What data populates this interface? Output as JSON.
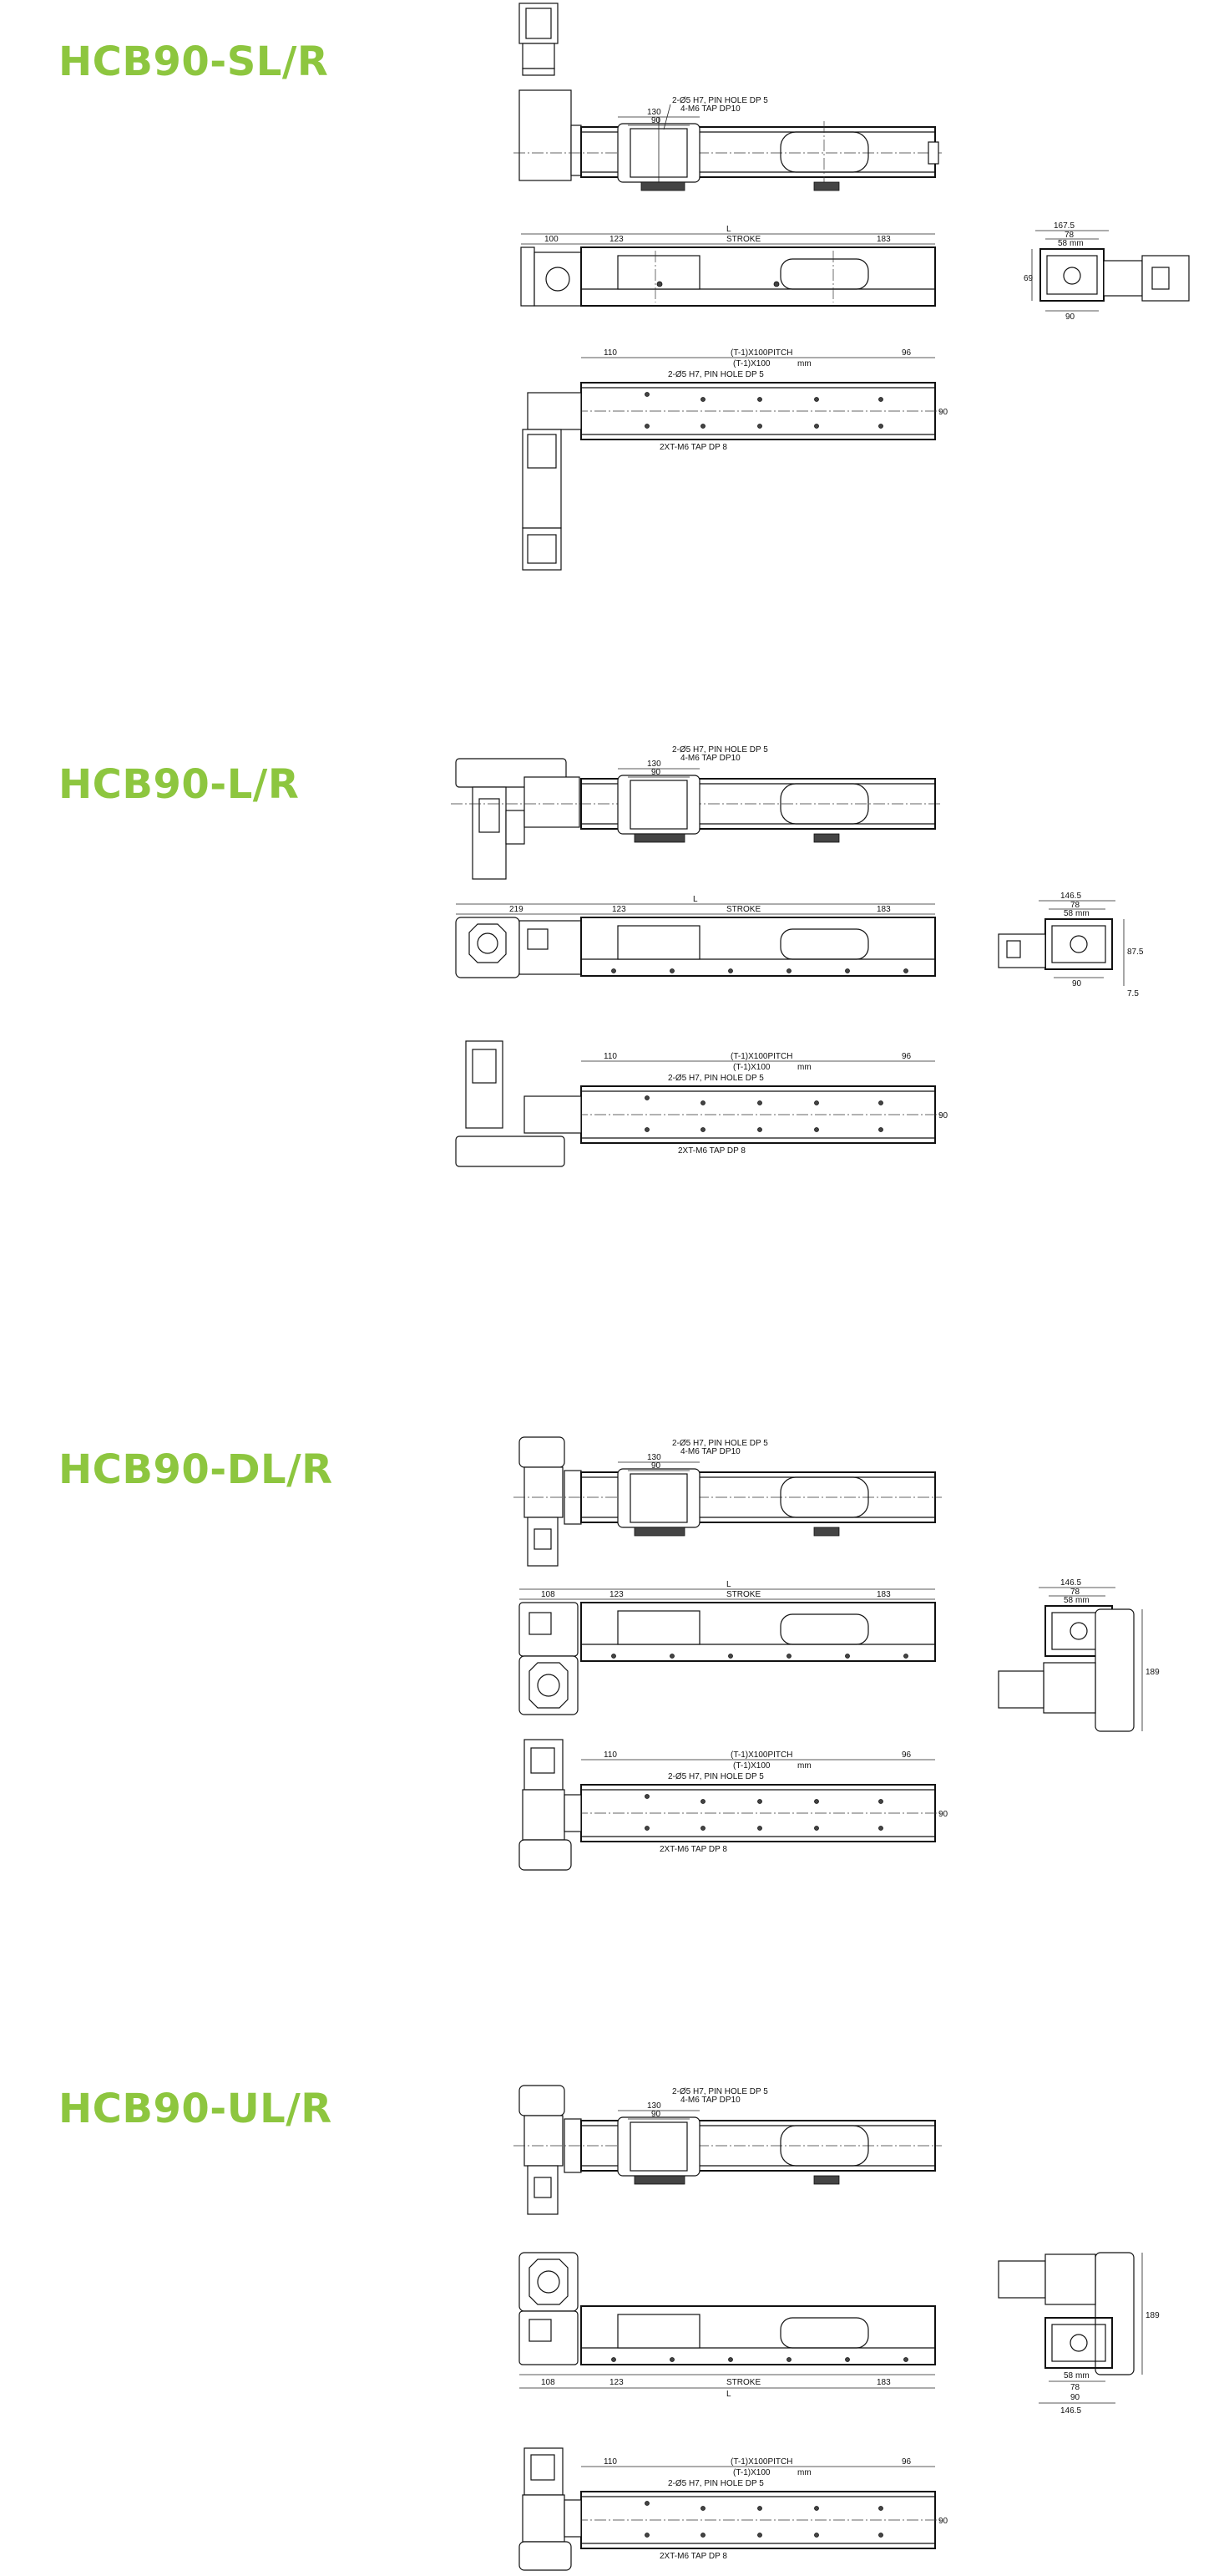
{
  "colors": {
    "title": "#8dc63f",
    "line": "#111111"
  },
  "sections": [
    {
      "title": "HCB90-SL/R",
      "top": {
        "pin_hole": "2-Ø5 H7, PIN HOLE DP 5",
        "tap": "4-M6 TAP DP10",
        "d130": "130",
        "d90": "90"
      },
      "mid": {
        "left": "100",
        "d123": "123",
        "L": "L",
        "stroke": "STROKE",
        "d183": "183"
      },
      "bot": {
        "pitch": "(T-1)X100PITCH",
        "pitch2": "(T-1)X100",
        "unit": "mm",
        "d110": "110",
        "d96": "96",
        "pin_hole": "2-Ø5 H7, PIN HOLE DP 5",
        "tap": "2XT-M6 TAP DP 8",
        "h": "90"
      },
      "side": {
        "w1": "167.5",
        "w2": "78",
        "w3": "58",
        "unit": "mm",
        "w4": "90",
        "h1": "69"
      }
    },
    {
      "title": "HCB90-L/R",
      "top": {
        "pin_hole": "2-Ø5 H7, PIN HOLE DP 5",
        "tap": "4-M6 TAP DP10",
        "d130": "130",
        "d90": "90"
      },
      "mid": {
        "left": "219",
        "d123": "123",
        "L": "L",
        "stroke": "STROKE",
        "d183": "183"
      },
      "bot": {
        "pitch": "(T-1)X100PITCH",
        "pitch2": "(T-1)X100",
        "unit": "mm",
        "d110": "110",
        "d96": "96",
        "pin_hole": "2-Ø5 H7, PIN HOLE DP 5",
        "tap": "2XT-M6 TAP DP 8",
        "h": "90"
      },
      "side": {
        "w1": "146.5",
        "w2": "78",
        "w3": "58",
        "unit": "mm",
        "w4": "90",
        "h1": "87.5",
        "h2": "7.5"
      }
    },
    {
      "title": "HCB90-DL/R",
      "top": {
        "pin_hole": "2-Ø5 H7, PIN HOLE DP 5",
        "tap": "4-M6 TAP DP10",
        "d130": "130",
        "d90": "90"
      },
      "mid": {
        "left": "108",
        "d123": "123",
        "L": "L",
        "stroke": "STROKE",
        "d183": "183"
      },
      "bot": {
        "pitch": "(T-1)X100PITCH",
        "pitch2": "(T-1)X100",
        "unit": "mm",
        "d110": "110",
        "d96": "96",
        "pin_hole": "2-Ø5 H7, PIN HOLE DP 5",
        "tap": "2XT-M6 TAP DP 8",
        "h": "90"
      },
      "side": {
        "w1": "146.5",
        "w2": "78",
        "w3": "58",
        "unit": "mm",
        "h1": "189"
      }
    },
    {
      "title": "HCB90-UL/R",
      "top": {
        "pin_hole": "2-Ø5 H7, PIN HOLE DP 5",
        "tap": "4-M6 TAP DP10",
        "d130": "130",
        "d90": "90"
      },
      "mid": {
        "left": "108",
        "d123": "123",
        "L": "L",
        "stroke": "STROKE",
        "d183": "183"
      },
      "bot": {
        "pitch": "(T-1)X100PITCH",
        "pitch2": "(T-1)X100",
        "unit": "mm",
        "d110": "110",
        "d96": "96",
        "pin_hole": "2-Ø5 H7, PIN HOLE DP 5",
        "tap": "2XT-M6 TAP DP 8",
        "h": "90"
      },
      "side": {
        "w1": "146.5",
        "w2": "78",
        "w3": "58",
        "unit": "mm",
        "w4": "90",
        "h1": "189"
      }
    }
  ]
}
